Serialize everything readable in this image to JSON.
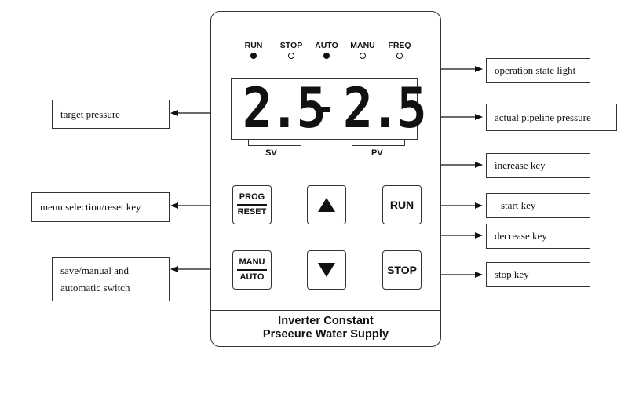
{
  "indicators": [
    {
      "label": "RUN",
      "lit": true
    },
    {
      "label": "STOP",
      "lit": false
    },
    {
      "label": "AUTO",
      "lit": true
    },
    {
      "label": "MANU",
      "lit": false
    },
    {
      "label": "FREQ",
      "lit": false
    }
  ],
  "display": {
    "sv_value": "2.5",
    "pv_value": "2.5",
    "sv_label": "SV",
    "pv_label": "PV"
  },
  "keys": {
    "prog_reset": {
      "top": "PROG",
      "bottom": "RESET"
    },
    "manu_auto": {
      "top": "MANU",
      "bottom": "AUTO"
    },
    "run": "RUN",
    "stop": "STOP"
  },
  "footer": {
    "line1": "Inverter Constant",
    "line2": "Prseeure Water Supply"
  },
  "callouts": {
    "operation_state_light": "operation state light",
    "target_pressure": "target pressure",
    "actual_pipeline_pressure": "actual pipeline pressure",
    "increase_key": "increase key",
    "menu_selection_reset_key": "menu selection/reset key",
    "start_key": "start key",
    "decrease_key": "decrease key",
    "save_manual_line1": "save/manual and",
    "save_manual_line2": "automatic switch",
    "stop_key": "stop key"
  }
}
